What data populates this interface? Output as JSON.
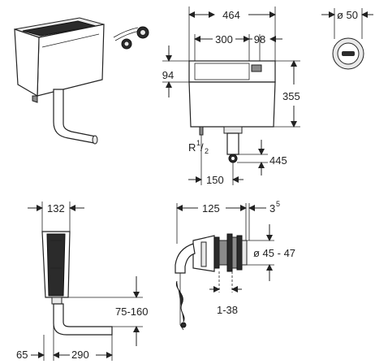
{
  "dimensions": {
    "tank_width": "464",
    "inner_width": "300",
    "offset_right": "98",
    "button_diameter": "ø 50",
    "top_offset": "94",
    "tank_height": "355",
    "thread_prefix": "R",
    "thread_sup": "1",
    "thread_sub": "2",
    "outlet_drop": "445",
    "outlet_offset": "150",
    "side_width": "132",
    "pipe_height": "75-160",
    "pipe_wall": "65",
    "pipe_length": "290",
    "valve_length": "125",
    "valve_flange": "3",
    "valve_flange_sup": "5",
    "valve_diameter": "ø 45 - 47",
    "valve_range": "1-38"
  }
}
